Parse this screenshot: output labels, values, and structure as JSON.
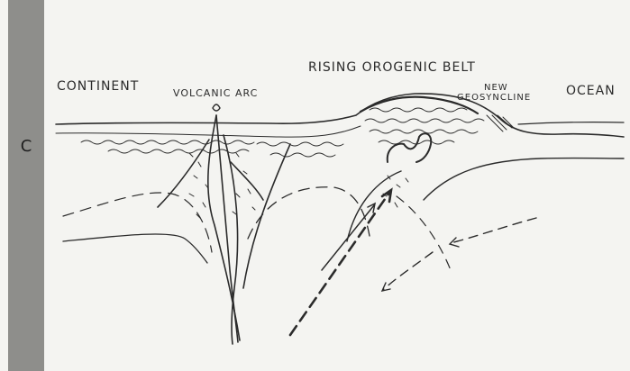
{
  "panel_letter": "C",
  "labels": {
    "continent": "CONTINENT",
    "volcanic_arc": "VOLCANIC ARC",
    "rising_orogenic_belt": "RISING OROGENIC BELT",
    "new_geosyncline_line1": "NEW",
    "new_geosyncline_line2": "GEOSYNCLINE",
    "ocean": "OCEAN"
  },
  "colors": {
    "background": "#f4f4f1",
    "side_bar": "#8e8e8b",
    "ink": "#2b2b2b"
  }
}
